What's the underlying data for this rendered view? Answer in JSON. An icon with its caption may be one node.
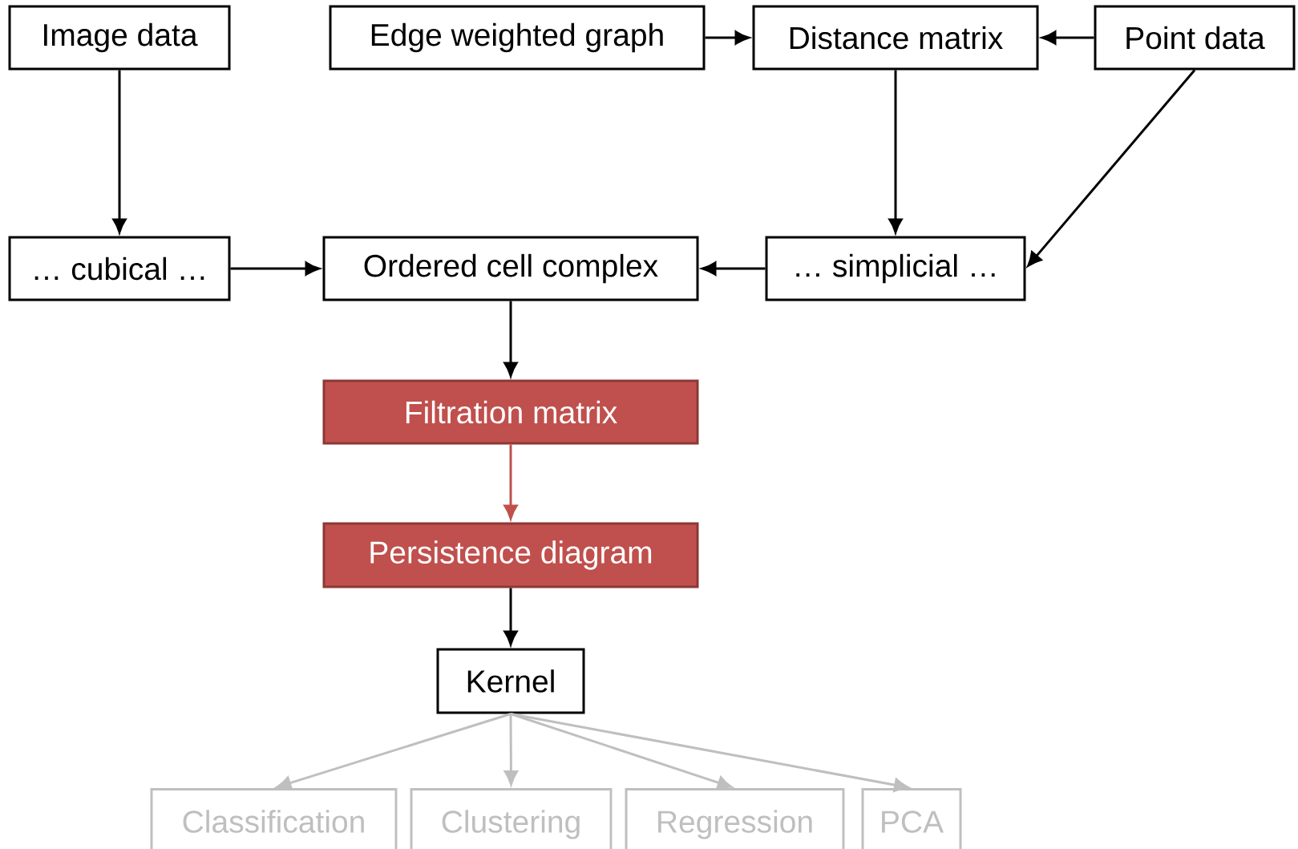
{
  "diagram": {
    "nodes": [
      {
        "text": [
          "Image data"
        ]
      },
      {
        "text": [
          "Edge weighted graph"
        ]
      },
      {
        "text": [
          "Distance matrix"
        ]
      },
      {
        "text": [
          "Point data"
        ]
      },
      {
        "text": [
          "… cubical …"
        ]
      },
      {
        "text": [
          "Ordered cell complex"
        ]
      },
      {
        "text": [
          "… simplicial …"
        ]
      },
      {
        "text": [
          "Filtration matrix"
        ]
      },
      {
        "text": [
          "Persistence diagram"
        ]
      },
      {
        "text": [
          "Kernel"
        ]
      },
      {
        "text": [
          "Classification"
        ]
      },
      {
        "text": [
          "Clustering"
        ]
      },
      {
        "text": [
          "Regression"
        ]
      },
      {
        "text": [
          "PCA"
        ]
      }
    ],
    "edges": [
      {
        "from": 0,
        "to": 4,
        "arrow": "to"
      },
      {
        "from": 1,
        "to": 2,
        "arrow": "to"
      },
      {
        "from": 3,
        "to": 2,
        "arrow": "to"
      },
      {
        "from": 2,
        "to": 6,
        "arrow": "to"
      },
      {
        "from": 3,
        "to": 6,
        "arrow": "to"
      },
      {
        "from": 4,
        "to": 5,
        "arrow": "to"
      },
      {
        "from": 6,
        "to": 5,
        "arrow": "to"
      },
      {
        "from": 5,
        "to": 7,
        "arrow": "to"
      },
      {
        "from": 7,
        "to": 8,
        "arrow": "to",
        "color": "#c0504d"
      },
      {
        "from": 8,
        "to": 9,
        "arrow": "to"
      },
      {
        "from": 9,
        "to": 10,
        "arrow": "to",
        "color": "#bfbfbf"
      },
      {
        "from": 9,
        "to": 11,
        "arrow": "to",
        "color": "#bfbfbf"
      },
      {
        "from": 9,
        "to": 12,
        "arrow": "to",
        "color": "#bfbfbf"
      },
      {
        "from": 9,
        "to": 13,
        "arrow": "to",
        "color": "#bfbfbf"
      }
    ]
  }
}
